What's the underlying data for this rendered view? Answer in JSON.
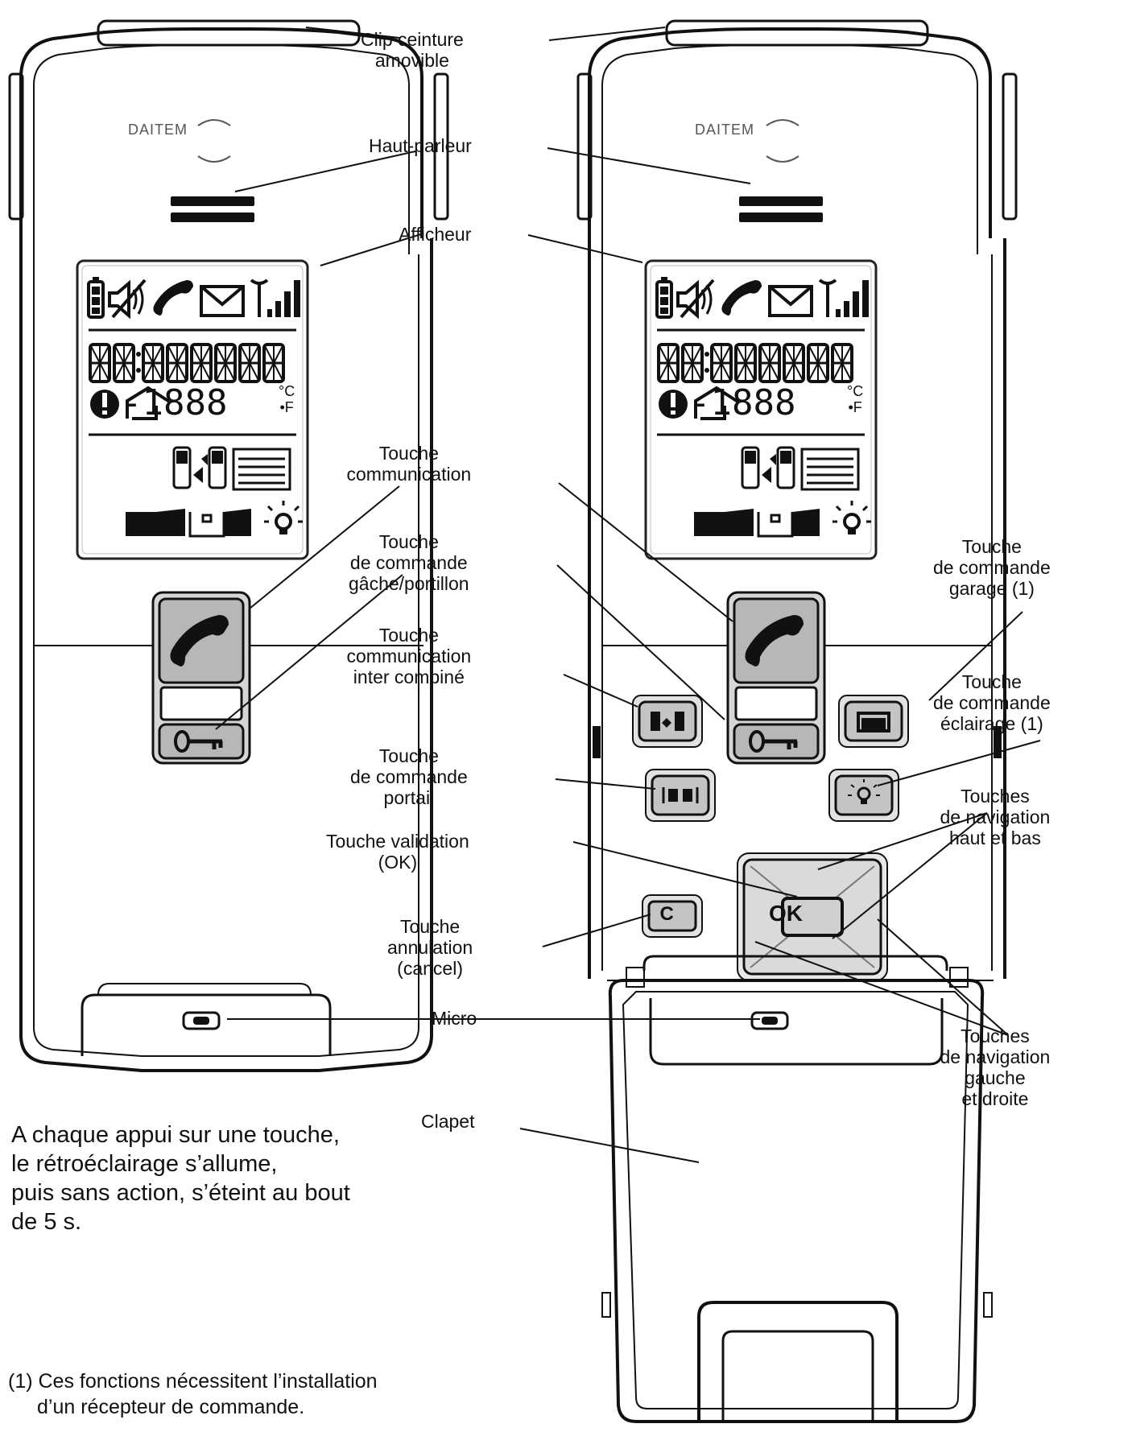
{
  "brand": "DAITEM",
  "labels": {
    "clip": [
      "Clip ceinture",
      "amovible"
    ],
    "speaker": [
      "Haut-parleur"
    ],
    "display": [
      "Afficheur"
    ],
    "comm_key": [
      "Touche",
      "communication"
    ],
    "lock_key": [
      "Touche",
      "de commande",
      "gâche/portillon"
    ],
    "intercom_key": [
      "Touche",
      "communication",
      "inter combiné"
    ],
    "gate_key": [
      "Touche",
      "de commande",
      "portail"
    ],
    "ok_key": [
      "Touche validation",
      "(OK)"
    ],
    "cancel_key": [
      "Touche",
      "annulation",
      "(cancel)"
    ],
    "micro": [
      "Micro"
    ],
    "flap": [
      "Clapet"
    ],
    "garage_key": [
      "Touche",
      "de commande",
      "garage (1)"
    ],
    "light_key": [
      "Touche",
      "de commande",
      "éclairage (1)"
    ],
    "nav_updown": [
      "Touches",
      "de navigation",
      "haut et bas"
    ],
    "nav_leftright": [
      "Touches",
      "de navigation",
      "gauche",
      "et droite"
    ]
  },
  "lcd": {
    "segments": "88:888888",
    "temp": "-1888",
    "unit_c": "°C",
    "unit_f": "•F"
  },
  "keys": {
    "ok": "OK",
    "cancel": "C",
    "lock": "0━┳"
  },
  "note": [
    "A chaque appui sur une touche,",
    "le rétroéclairage s’allume,",
    "puis sans action, s’éteint au bout",
    "de 5 s."
  ],
  "footnote": [
    "(1) Ces fonctions nécessitent l’installation",
    "d’un récepteur de commande."
  ]
}
